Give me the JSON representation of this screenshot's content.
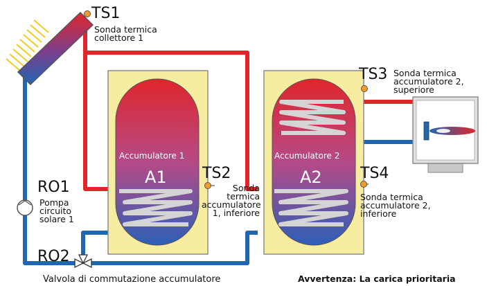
{
  "colors": {
    "hot": "#e0262b",
    "cold": "#2166b0",
    "jacket": "#f7eda0",
    "sensor": "#f29a2e",
    "coil": "#d4d4d4"
  },
  "sensors": {
    "ts1": {
      "tag": "TS1",
      "desc": "Sonda termica collettore 1"
    },
    "ts2": {
      "tag": "TS2",
      "desc": "Sonda termica accumulatore 1, inferiore"
    },
    "ts3": {
      "tag": "TS3",
      "desc": "Sonda termica accumulatore 2, superiore"
    },
    "ts4": {
      "tag": "TS4",
      "desc": "Sonda termica accumulatore 2, inferiore"
    }
  },
  "pumps": {
    "ro1": {
      "tag": "RO1",
      "desc": "Pompa circuito solare 1"
    },
    "ro2": {
      "tag": "RO2",
      "desc": "Valvola di commutazione accumulatore"
    }
  },
  "tanks": [
    {
      "name": "Accumulatore 1",
      "id": "A1"
    },
    {
      "name": "Accumulatore 2",
      "id": "A2"
    }
  ],
  "note": "Avvertenza: La carica prioritaria"
}
